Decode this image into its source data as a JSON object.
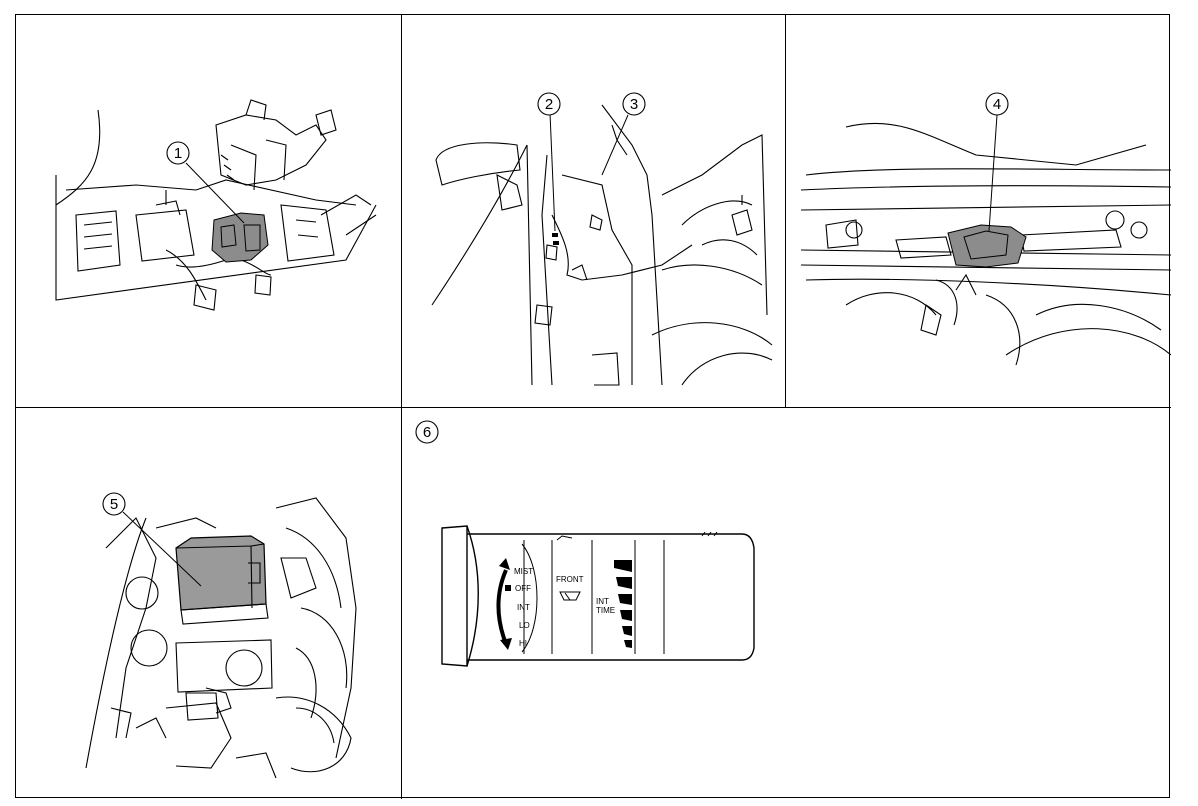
{
  "panels": [
    {
      "callouts": [
        "1"
      ]
    },
    {
      "callouts": [
        "2",
        "3"
      ]
    },
    {
      "callouts": [
        "4"
      ]
    },
    {
      "callouts": [
        "5"
      ]
    },
    {
      "callouts": [
        "6"
      ],
      "switch": {
        "ring_labels": [
          "MIST",
          "OFF",
          "INT",
          "LO",
          "HI"
        ],
        "front_label": "FRONT",
        "int_time_label": [
          "INT",
          "TIME"
        ]
      }
    },
    {
      "callouts": []
    }
  ],
  "colors": {
    "line": "#000000",
    "shaded_part": "#8c8c8c",
    "relay_box": "#9a9a9a"
  }
}
